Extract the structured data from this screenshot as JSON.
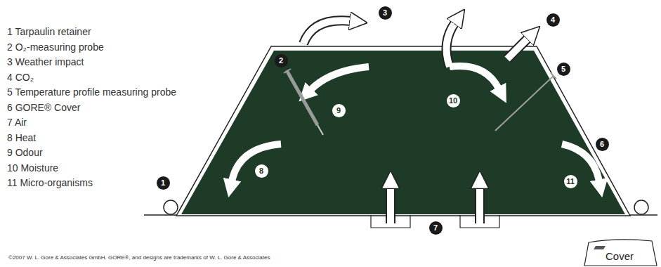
{
  "diagram": {
    "labels": [
      "1 Tarpaulin retainer",
      "2 O₂-measuring probe",
      "3 Weather impact",
      "4 CO₂",
      "5 Temperature profile measuring probe",
      "6 GORE® Cover",
      "7 Air",
      "8 Heat",
      "9 Odour",
      "10 Moisture",
      "11 Micro-organisms",
      "1",
      "2",
      "3",
      "4",
      "5",
      "6",
      "7",
      "8",
      "9",
      "10",
      "11",
      "©2007 W. L. Gore & Associates GmbH. GORE®, and designs are trademarks of W. L. Gore & Associates",
      "Cover"
    ]
  }
}
